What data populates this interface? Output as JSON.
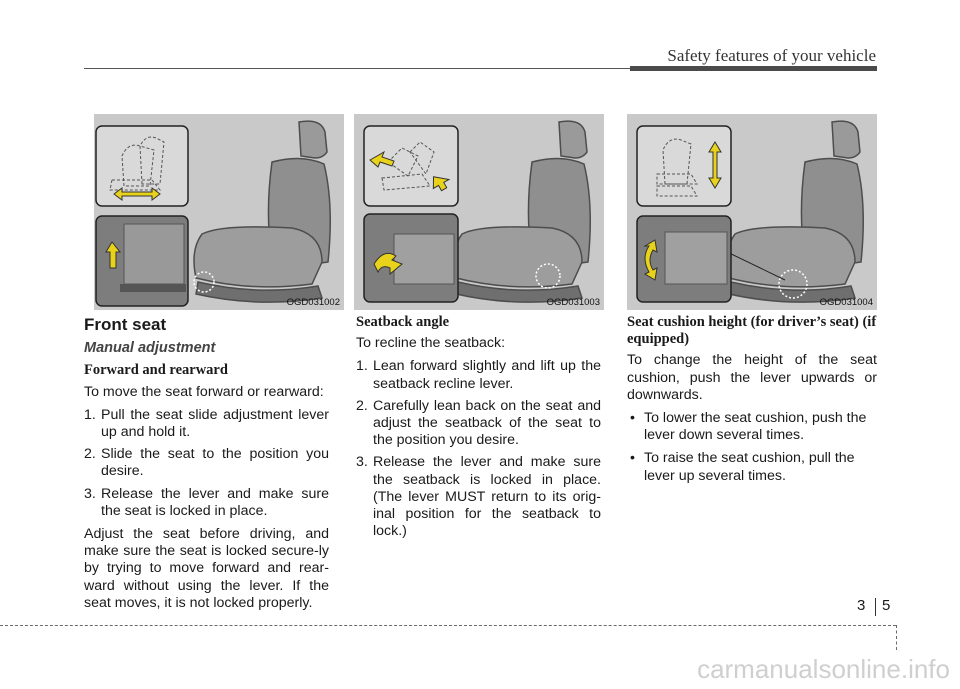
{
  "header": {
    "title": "Safety features of your vehicle"
  },
  "figures": [
    {
      "code": "OGD031002"
    },
    {
      "code": "OGD031003"
    },
    {
      "code": "OGD031004"
    }
  ],
  "col1": {
    "section_title": "Front seat",
    "subtitle": "Manual adjustment",
    "heading": "Forward and rearward",
    "intro": "To move the seat forward or rearward:",
    "steps": [
      {
        "n": "1.",
        "text": "Pull the seat slide adjustment lever up and hold it."
      },
      {
        "n": "2.",
        "text": "Slide the seat to the position you desire."
      },
      {
        "n": "3.",
        "text": "Release the lever and make sure the seat is locked in place."
      }
    ],
    "note": "Adjust the seat before driving, and make sure the seat is locked secure-ly by trying to move forward and rear-ward without using the lever. If the seat moves, it is not locked properly."
  },
  "col2": {
    "heading": "Seatback angle",
    "intro": "To recline the seatback:",
    "steps": [
      {
        "n": "1.",
        "text": "Lean forward slightly and lift up the seatback recline lever."
      },
      {
        "n": "2.",
        "text": "Carefully lean back on the seat and adjust the seatback of the seat to the position you desire."
      },
      {
        "n": "3.",
        "text": "Release the lever and make sure the seatback is locked in place. (The lever MUST return to its orig-inal position for the seatback to lock.)"
      }
    ]
  },
  "col3": {
    "heading": "Seat cushion height (for driver’s seat) (if equipped)",
    "intro": "To change the height of the seat cushion, push the lever upwards or downwards.",
    "bullets": [
      "To lower the seat cushion, push the lever down several times.",
      "To raise the seat cushion, pull the lever  up several times."
    ]
  },
  "footer": {
    "chapter": "3",
    "page": "5"
  },
  "watermark": "carmanualsonline.info",
  "colors": {
    "rule": "#4a4a4a",
    "figure_bg": "#c9c9c9",
    "arrow": "#e8d21a"
  }
}
